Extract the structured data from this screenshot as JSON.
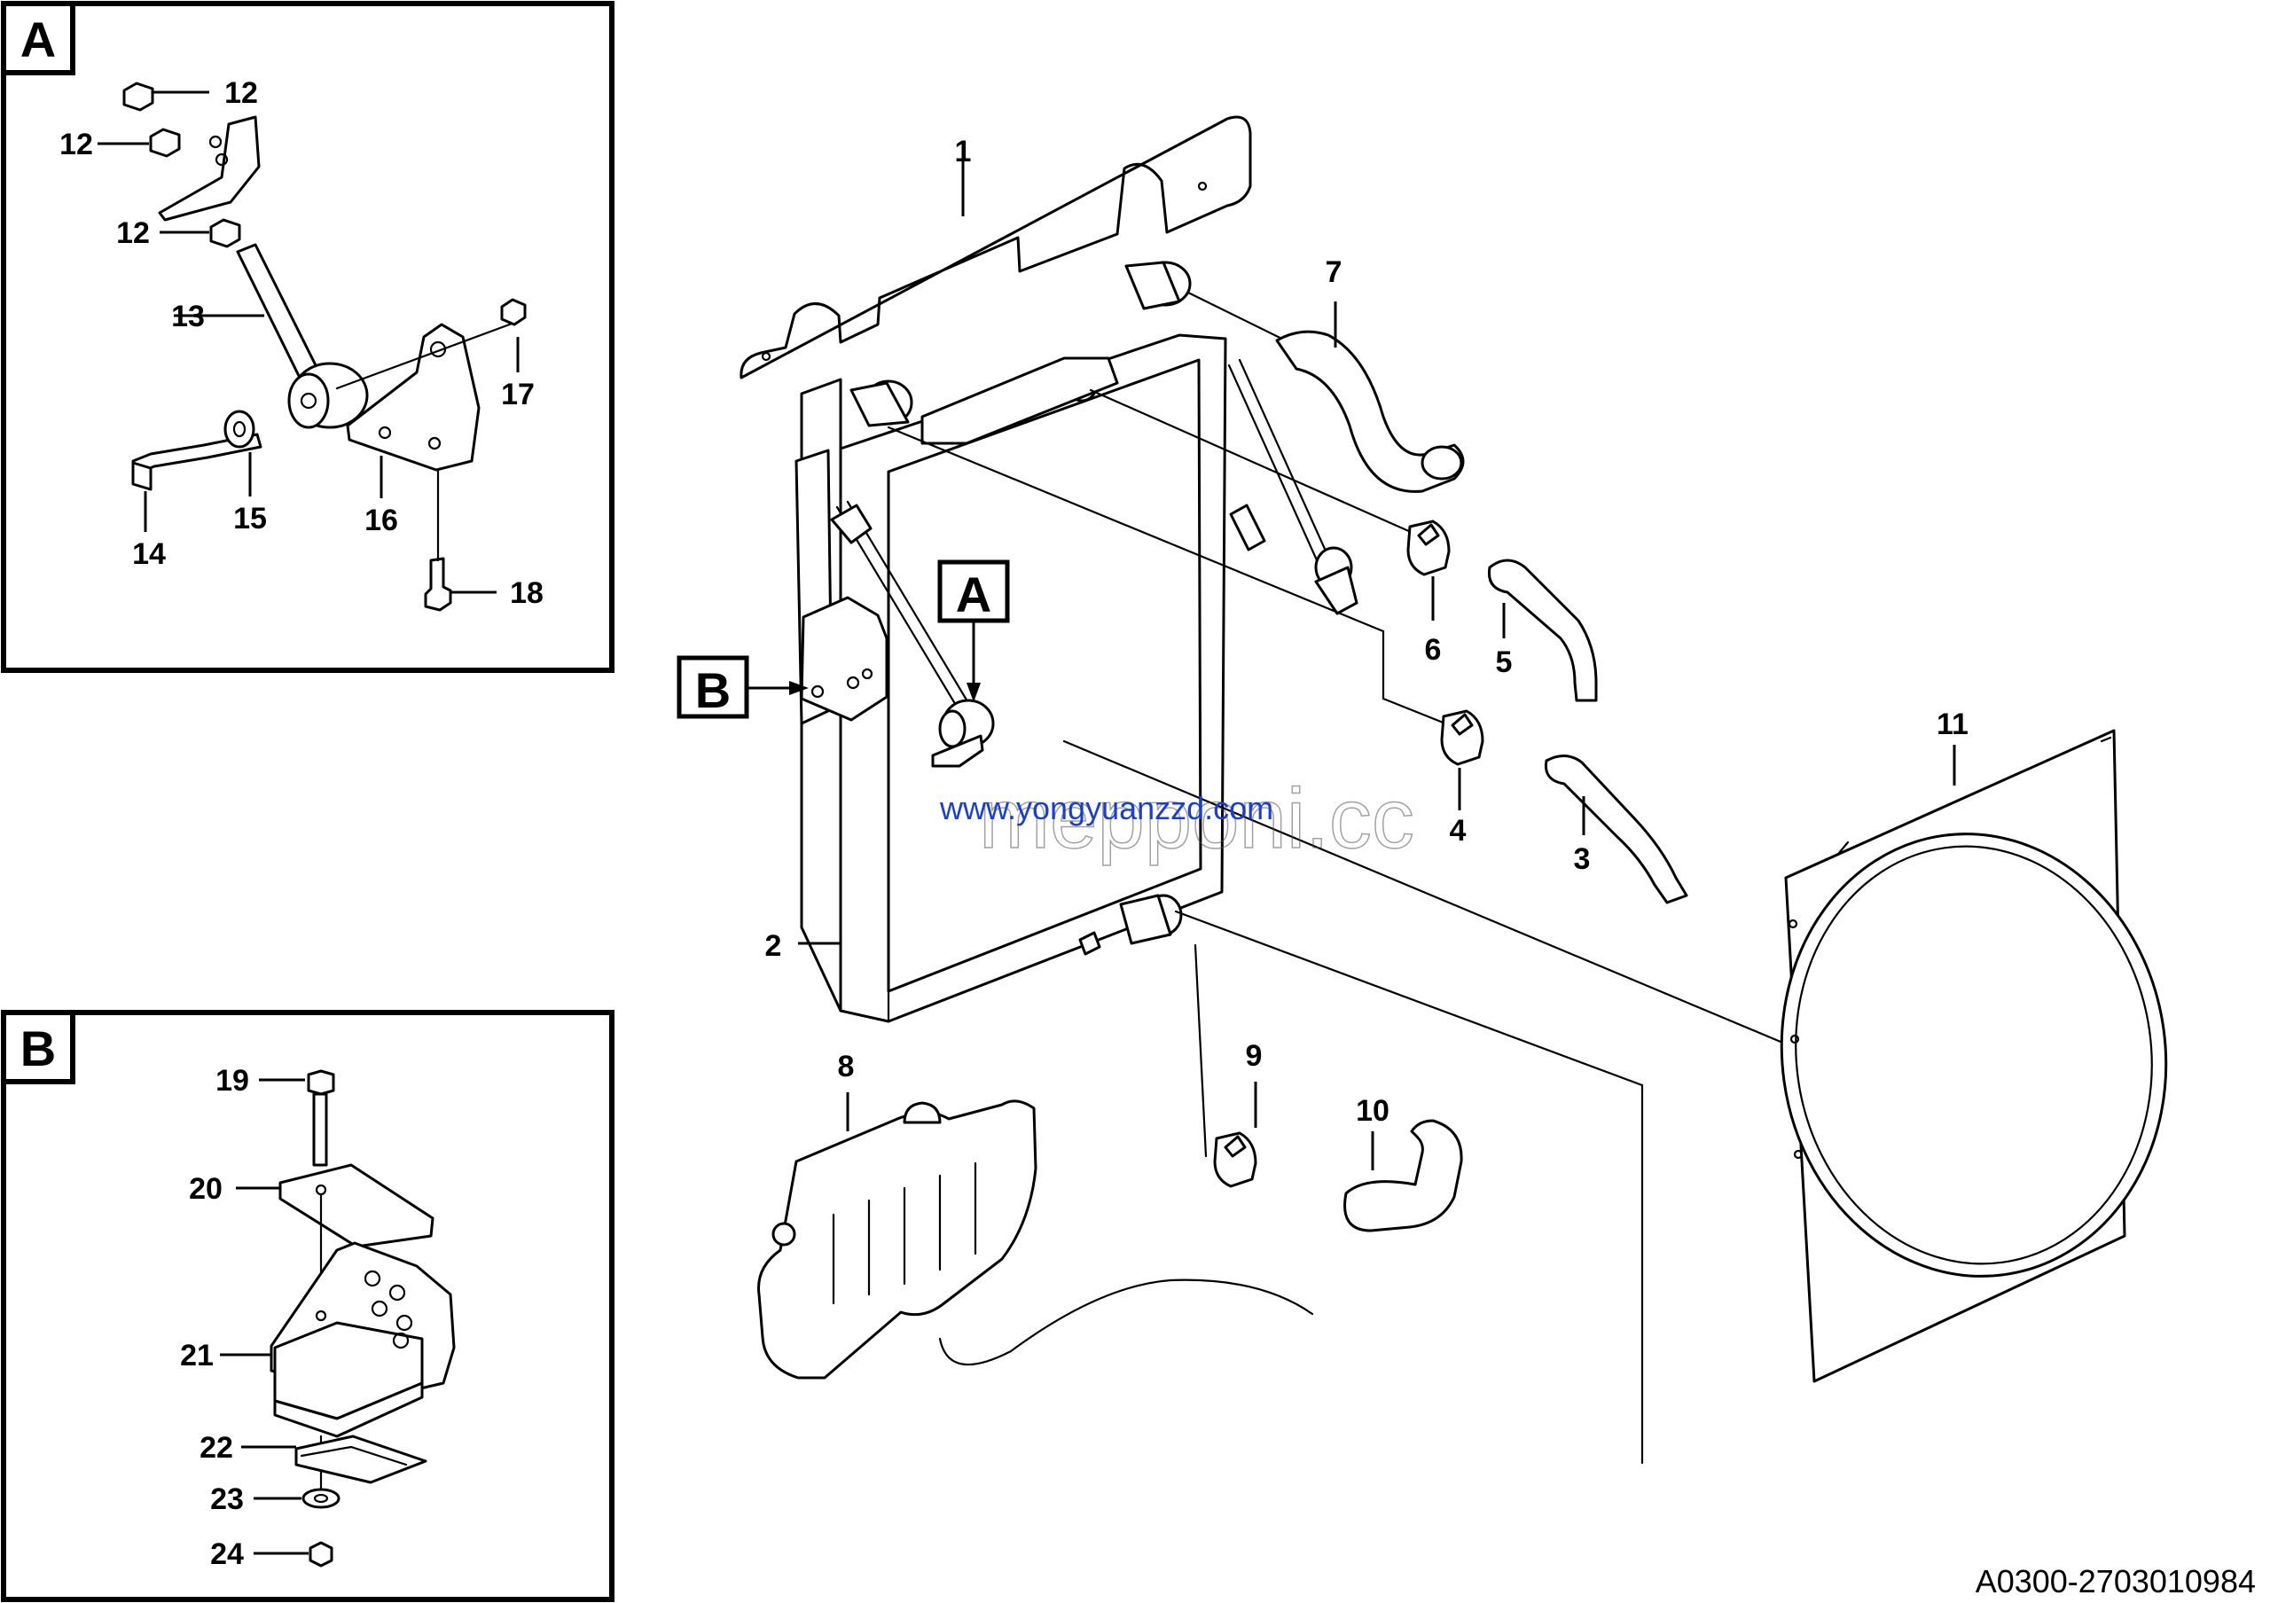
{
  "insets": {
    "a": {
      "label": "A"
    },
    "b": {
      "label": "B"
    }
  },
  "markers": {
    "a": "A",
    "b": "B"
  },
  "callouts": {
    "c1": "1",
    "c2": "2",
    "c3": "3",
    "c4": "4",
    "c5": "5",
    "c6": "6",
    "c7": "7",
    "c8": "8",
    "c9": "9",
    "c10": "10",
    "c11": "11",
    "c12a": "12",
    "c12b": "12",
    "c12c": "12",
    "c13": "13",
    "c14": "14",
    "c15": "15",
    "c16": "16",
    "c17": "17",
    "c18": "18",
    "c19": "19",
    "c20": "20",
    "c21": "21",
    "c22": "22",
    "c23": "23",
    "c24": "24"
  },
  "watermark": {
    "url": "www.yongyuanzzd.com",
    "brand": "mepponi.cc"
  },
  "reference_code": "A0300-2703010984"
}
